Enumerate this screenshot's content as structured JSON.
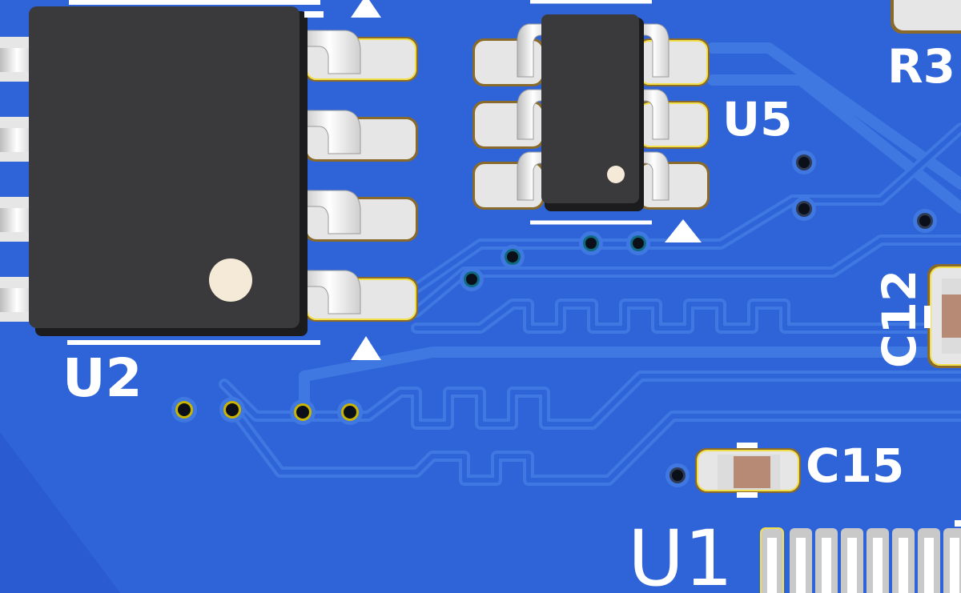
{
  "board": {
    "colors": {
      "copper_fill": "#2f63d8",
      "substrate": "#2a55c4",
      "trace": "#3f78e0",
      "ic_body": "#3a3a3c",
      "pad_silver": "#e9e9e9",
      "silkscreen": "#ffffff",
      "capacitor_body": "#b68a74",
      "via_ring": "#c9b400"
    },
    "components": [
      {
        "ref": "U2",
        "pins": 8,
        "icon": "soic8-package-icon"
      },
      {
        "ref": "U5",
        "pins": 6,
        "icon": "sot23-6-package-icon"
      },
      {
        "ref": "R3",
        "icon": "resistor-icon"
      },
      {
        "ref": "C12",
        "icon": "capacitor-icon"
      },
      {
        "ref": "C15",
        "icon": "capacitor-icon"
      },
      {
        "ref": "U1",
        "icon": "qfp-package-icon"
      }
    ]
  }
}
